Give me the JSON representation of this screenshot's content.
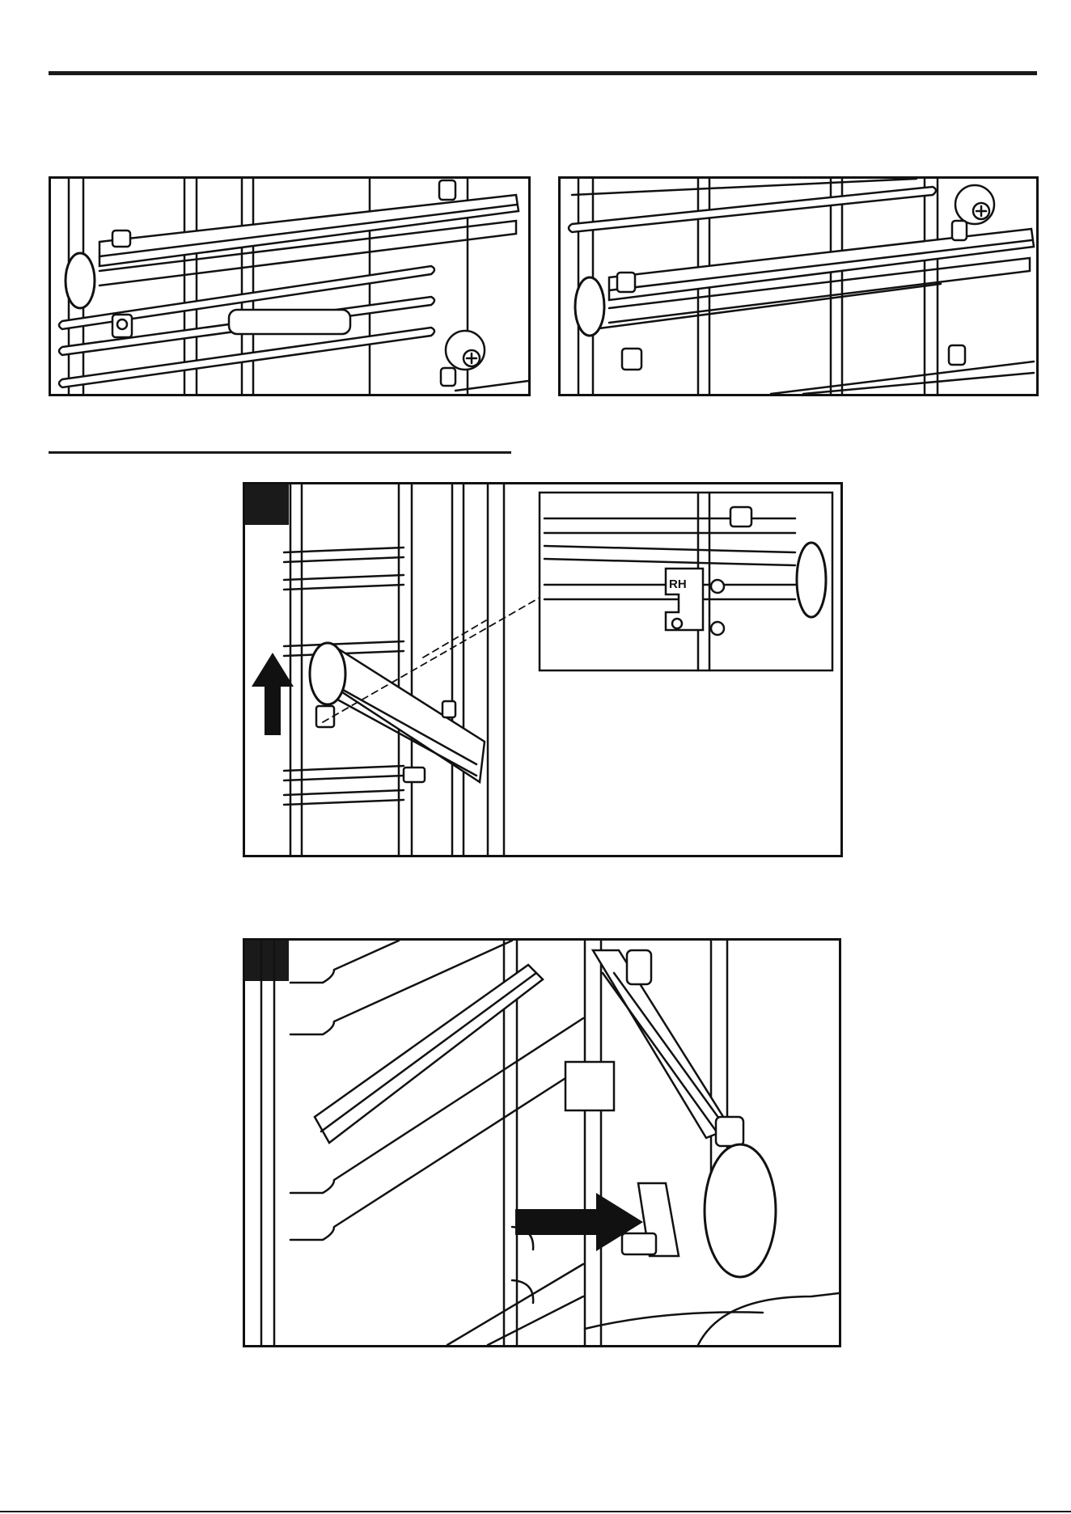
{
  "figures": [
    {
      "id": "fig-a",
      "description_shown": false
    },
    {
      "id": "fig-b",
      "description_shown": false
    }
  ],
  "step_tabs": [
    "",
    ""
  ],
  "callout": {
    "part_marking": "RH"
  },
  "arrows": [
    "up-arrow-icon",
    "right-arrow-icon"
  ]
}
